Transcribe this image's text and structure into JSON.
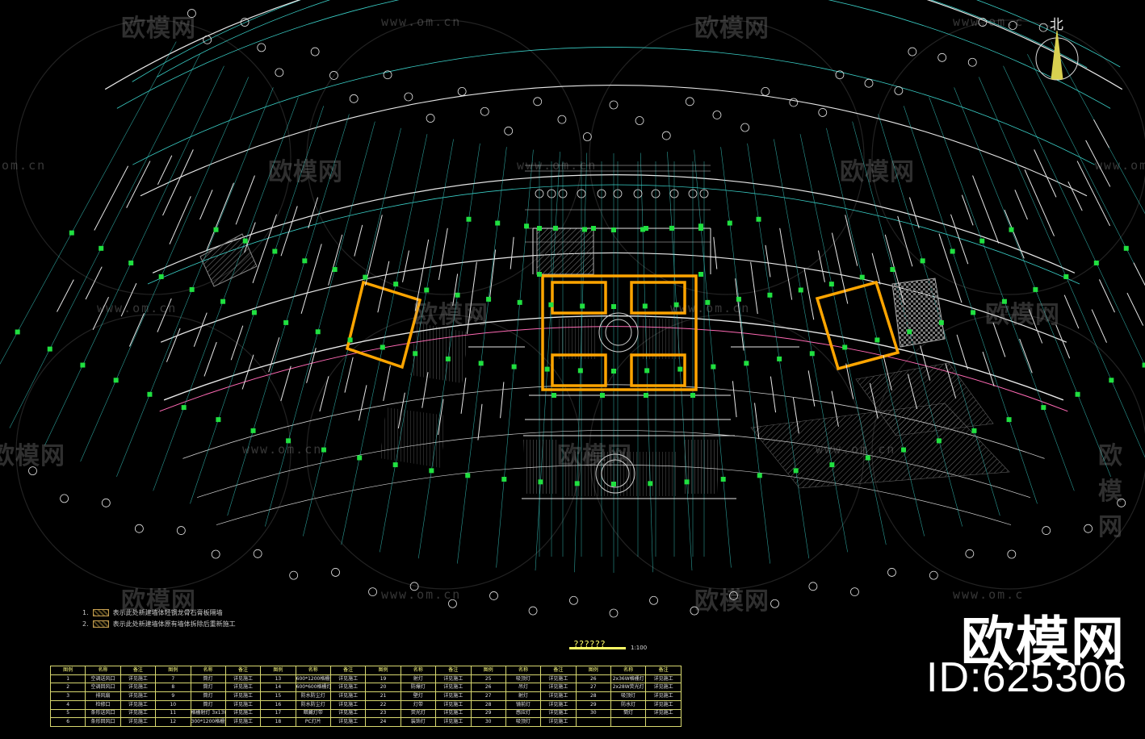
{
  "compass": {
    "label": "北"
  },
  "watermarks": {
    "logo_text": "欧模网",
    "url_text": "www.om.cn",
    "url_text_short": "om.cn",
    "url_text_cut": "www.om.c"
  },
  "brand": {
    "name": "欧模网",
    "id": "ID:625306"
  },
  "notes": [
    {
      "num": "1.",
      "text": "表示此处新建墙体轻钢龙骨石膏板隔墙"
    },
    {
      "num": "2.",
      "text": "表示此处新建墙体原有墙体拆除后重新施工"
    }
  ],
  "scale": {
    "title": "??????",
    "ratio": "1:100"
  },
  "legend": {
    "header": [
      "图例",
      "名称",
      "备注",
      "图例",
      "名称",
      "备注",
      "图例",
      "名称",
      "备注",
      "图例",
      "名称",
      "备注",
      "图例",
      "名称",
      "备注",
      "图例",
      "名称",
      "备注"
    ],
    "rows": [
      [
        "1",
        "空调送风口",
        "详见施工",
        "7",
        "筒灯",
        "详见施工",
        "13",
        "600*1200格栅灯盘",
        "详见施工",
        "19",
        "射灯",
        "详见施工",
        "25",
        "吸顶灯",
        "详见施工",
        "26",
        "2x36W格栅灯",
        "详见施工"
      ],
      [
        "2",
        "空调回风口",
        "详见施工",
        "8",
        "筒灯",
        "详见施工",
        "14",
        "600*600格栅灯盘",
        "详见施工",
        "20",
        "防爆灯",
        "详见施工",
        "26",
        "吊灯",
        "详见施工",
        "27",
        "2x28W荧光灯",
        "详见施工"
      ],
      [
        "3",
        "排风扇",
        "详见施工",
        "9",
        "筒灯",
        "详见施工",
        "15",
        "防水防尘灯",
        "详见施工",
        "21",
        "壁灯",
        "详见施工",
        "27",
        "射灯",
        "详见施工",
        "28",
        "吸顶灯",
        "详见施工"
      ],
      [
        "4",
        "检修口",
        "详见施工",
        "10",
        "筒灯",
        "详见施工",
        "16",
        "防水防尘灯",
        "详见施工",
        "22",
        "灯带",
        "详见施工",
        "28",
        "镜前灯",
        "详见施工",
        "29",
        "防水灯",
        "详见施工"
      ],
      [
        "5",
        "条形送风口",
        "详见施工",
        "11",
        "格栅射灯 3x13W",
        "详见施工",
        "17",
        "暗藏灯带",
        "详见施工",
        "23",
        "荧光灯",
        "详见施工",
        "29",
        "感应灯",
        "详见施工",
        "30",
        "筒灯",
        "详见施工"
      ],
      [
        "6",
        "条形回风口",
        "详见施工",
        "12",
        "300*1200格栅灯",
        "详见施工",
        "18",
        "PC灯片",
        "详见施工",
        "24",
        "装饰灯",
        "详见施工",
        "30",
        "吸顶灯",
        "详见施工",
        "",
        "",
        ""
      ]
    ]
  },
  "colors": {
    "background": "#000000",
    "grid_line": "#3ad0c8",
    "wall": "#e8e8e8",
    "column": "#20e040",
    "highlight_wall": "#ffa500",
    "axis_bubble": "#e0e0e0",
    "legend_border": "#d8d870"
  }
}
